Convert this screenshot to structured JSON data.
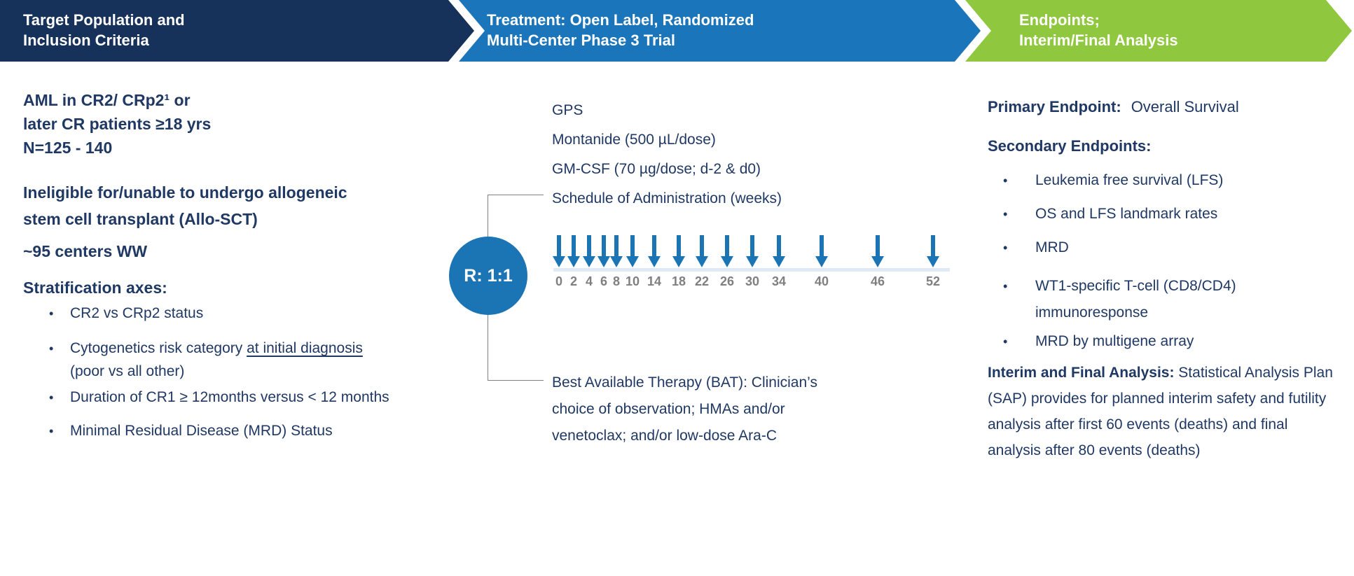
{
  "banners": {
    "population": {
      "line1": "Target Population and",
      "line2": "Inclusion Criteria",
      "color": "#16325B"
    },
    "treatment": {
      "line1": "Treatment: Open Label, Randomized",
      "line2": "Multi-Center Phase 3 Trial",
      "color": "#1B75BB"
    },
    "endpoints": {
      "line1": "Endpoints;",
      "line2": "Interim/Final Analysis",
      "color": "#8FC73E"
    }
  },
  "population": {
    "cohort_line1": "AML in CR2/ CRp2¹ or",
    "cohort_line2": "later CR patients ≥18 yrs",
    "cohort_line3": "N=125 - 140",
    "ineligible_line1": "Ineligible for/unable to undergo allogeneic",
    "ineligible_line2": "stem cell transplant (Allo-SCT)",
    "centers": "~95 centers WW",
    "stratification_heading": "Stratification axes:",
    "bullet_marker": "•",
    "bullets": {
      "b1": "CR2 vs CRp2 status",
      "b2_pre": "Cytogenetics risk category ",
      "b2_underlined": "at initial diagnosis",
      "b2_line2": "(poor vs all other)",
      "b3": "Duration of CR1 ≥ 12months versus < 12 months",
      "b4": "Minimal Residual Disease (MRD) Status"
    }
  },
  "treatment": {
    "randomization_label": "R: 1:1",
    "gps_arm": {
      "line1": "GPS",
      "line2": "Montanide (500 µL/dose)",
      "line3": "GM-CSF (70 µg/dose; d-2 & d0)",
      "line4": "Schedule of Administration (weeks)"
    },
    "schedule": {
      "axis_label_unit": "weeks",
      "weeks": [
        "0",
        "2",
        "4",
        "6",
        "8",
        "10",
        "14",
        "18",
        "22",
        "26",
        "30",
        "34",
        "40",
        "46",
        "52"
      ],
      "x_offsets": [
        8,
        29,
        51,
        72,
        90,
        113,
        144,
        179,
        212,
        248,
        284,
        322,
        383,
        463,
        542
      ],
      "arrow_color": "#1B74B4",
      "axis_color": "#DEEBF6",
      "label_color": "#7F7F7F"
    },
    "bat_arm": {
      "line1": "Best Available Therapy (BAT): Clinician’s",
      "line2": "choice of observation; HMAs and/or",
      "line3": "venetoclax; and/or low-dose Ara-C"
    }
  },
  "endpoints": {
    "primary_label": "Primary Endpoint:",
    "primary_value": "Overall Survival",
    "secondary_label": "Secondary Endpoints:",
    "bullet_marker": "•",
    "bullets": {
      "e1": "Leukemia free survival (LFS)",
      "e2": "OS and LFS landmark rates",
      "e3": "MRD",
      "e4_line1": "WT1-specific T-cell (CD8/CD4)",
      "e4_line2": "immunoresponse",
      "e5": "MRD by multigene array"
    },
    "interim_label": "Interim and Final Analysis:",
    "interim_text": "Statistical Analysis Plan (SAP) provides for planned interim safety and futility analysis after first 60 events (deaths) and final analysis after 80 events (deaths)"
  },
  "colors": {
    "banner_navy": "#16325B",
    "banner_blue": "#1B75BB",
    "banner_green": "#8FC73E",
    "body_text_navy": "#1F3864",
    "arrow_blue": "#1B74B4",
    "axis_light_blue": "#DEEBF6",
    "week_label_gray": "#7F7F7F",
    "bracket_gray": "#808080"
  }
}
